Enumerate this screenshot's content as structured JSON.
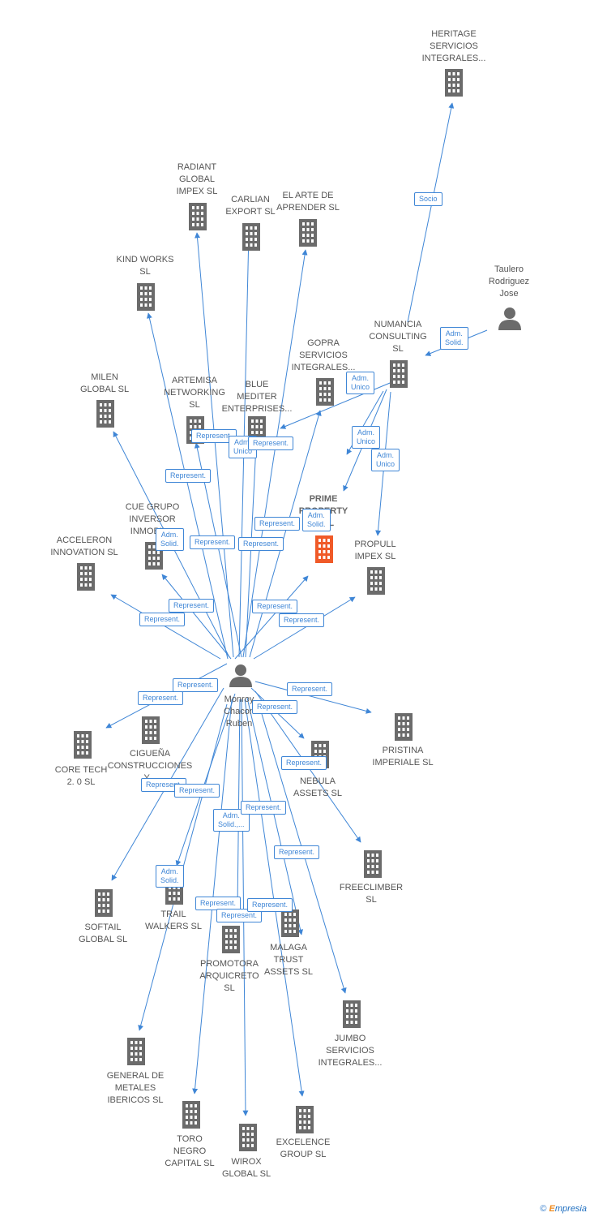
{
  "colors": {
    "edge": "#3f86d6",
    "building": "#6b6b6b",
    "highlight": "#f05a28",
    "person": "#6b6b6b",
    "text": "#555555"
  },
  "center_person": {
    "label": "Monroy\nChacon\nRuben"
  },
  "nodes": [
    {
      "id": "heritage",
      "label": "HERITAGE\nSERVICIOS\nINTEGRALES...",
      "type": "company"
    },
    {
      "id": "radiant",
      "label": "RADIANT\nGLOBAL\nIMPEX  SL",
      "type": "company"
    },
    {
      "id": "carlian",
      "label": "CARLIAN\nEXPORT SL",
      "type": "company"
    },
    {
      "id": "arte",
      "label": "EL ARTE DE\nAPRENDER  SL",
      "type": "company"
    },
    {
      "id": "kind",
      "label": "KIND WORKS\nSL",
      "type": "company"
    },
    {
      "id": "taulero",
      "label": "Taulero\nRodriguez\nJose",
      "type": "person"
    },
    {
      "id": "numancia",
      "label": "NUMANCIA\nCONSULTING\nSL",
      "type": "company"
    },
    {
      "id": "gopra",
      "label": "GOPRA\nSERVICIOS\nINTEGRALES...",
      "type": "company"
    },
    {
      "id": "milen",
      "label": "MILEN\nGLOBAL  SL",
      "type": "company"
    },
    {
      "id": "artemisa",
      "label": "ARTEMISA\nNETWORKING\nSL",
      "type": "company"
    },
    {
      "id": "blue",
      "label": "BLUE\nMEDITER\nENTERPRISES...",
      "type": "company"
    },
    {
      "id": "prime",
      "label": "PRIME\nPROPERTY\n...  SL",
      "type": "highlight"
    },
    {
      "id": "cue",
      "label": "CUE GRUPO\nINVERSOR\nINMOBIL...",
      "type": "company"
    },
    {
      "id": "propull",
      "label": "PROPULL\nIMPEX  SL",
      "type": "company"
    },
    {
      "id": "acceleron",
      "label": "ACCELERON\nINNOVATION  SL",
      "type": "company"
    },
    {
      "id": "pristina",
      "label": "PRISTINA\nIMPERIALE  SL",
      "type": "company"
    },
    {
      "id": "coretech",
      "label": "CORE TECH\n2. 0  SL",
      "type": "company"
    },
    {
      "id": "ciguena",
      "label": "CIGUEÑA\nCONSTRUCCIONES\nY...",
      "type": "company"
    },
    {
      "id": "nebula",
      "label": "NEBULA\nASSETS  SL",
      "type": "company"
    },
    {
      "id": "freeclimber",
      "label": "FREECLIMBER\nSL",
      "type": "company"
    },
    {
      "id": "softail",
      "label": "SOFTAIL\nGLOBAL  SL",
      "type": "company"
    },
    {
      "id": "trail",
      "label": "TRAIL\nWALKERS  SL",
      "type": "company"
    },
    {
      "id": "promotora",
      "label": "PROMOTORA\nARQUICRETO\nSL",
      "type": "company"
    },
    {
      "id": "malaga",
      "label": "MALAGA\nTRUST\nASSETS  SL",
      "type": "company"
    },
    {
      "id": "jumbo",
      "label": "JUMBO\nSERVICIOS\nINTEGRALES...",
      "type": "company"
    },
    {
      "id": "general",
      "label": "GENERAL DE\nMETALES\nIBERICOS  SL",
      "type": "company"
    },
    {
      "id": "toro",
      "label": "TORO\nNEGRO\nCAPITAL  SL",
      "type": "company"
    },
    {
      "id": "wirox",
      "label": "WIROX\nGLOBAL  SL",
      "type": "company"
    },
    {
      "id": "excelence",
      "label": "EXCELENCE\nGROUP  SL",
      "type": "company"
    }
  ],
  "edge_labels": [
    "Socio",
    "Adm.\nSolid.",
    "Adm.\nUnico",
    "Adm.\nUnico",
    "Adm.\nUnico",
    "Represent.",
    "Adm.\nUnico",
    "Represent.",
    "Represent.",
    "Adm.\nSolid.",
    "Represent.",
    "Adm.\nSolid.",
    "Represent.",
    "Represent.",
    "Represent.",
    "Represent.",
    "Represent.",
    "Represent.",
    "Represent.",
    "Represent.",
    "Represent.",
    "Represent.",
    "Represent.",
    "Represent.",
    "Represent.",
    "Adm.\nSolid.,...",
    "Represent.",
    "Represent.",
    "Adm.\nSolid.",
    "Represent.",
    "Represent.",
    "Represent."
  ],
  "footer": {
    "copyright": "©",
    "brand_first": "E",
    "brand_rest": "mpresia"
  }
}
